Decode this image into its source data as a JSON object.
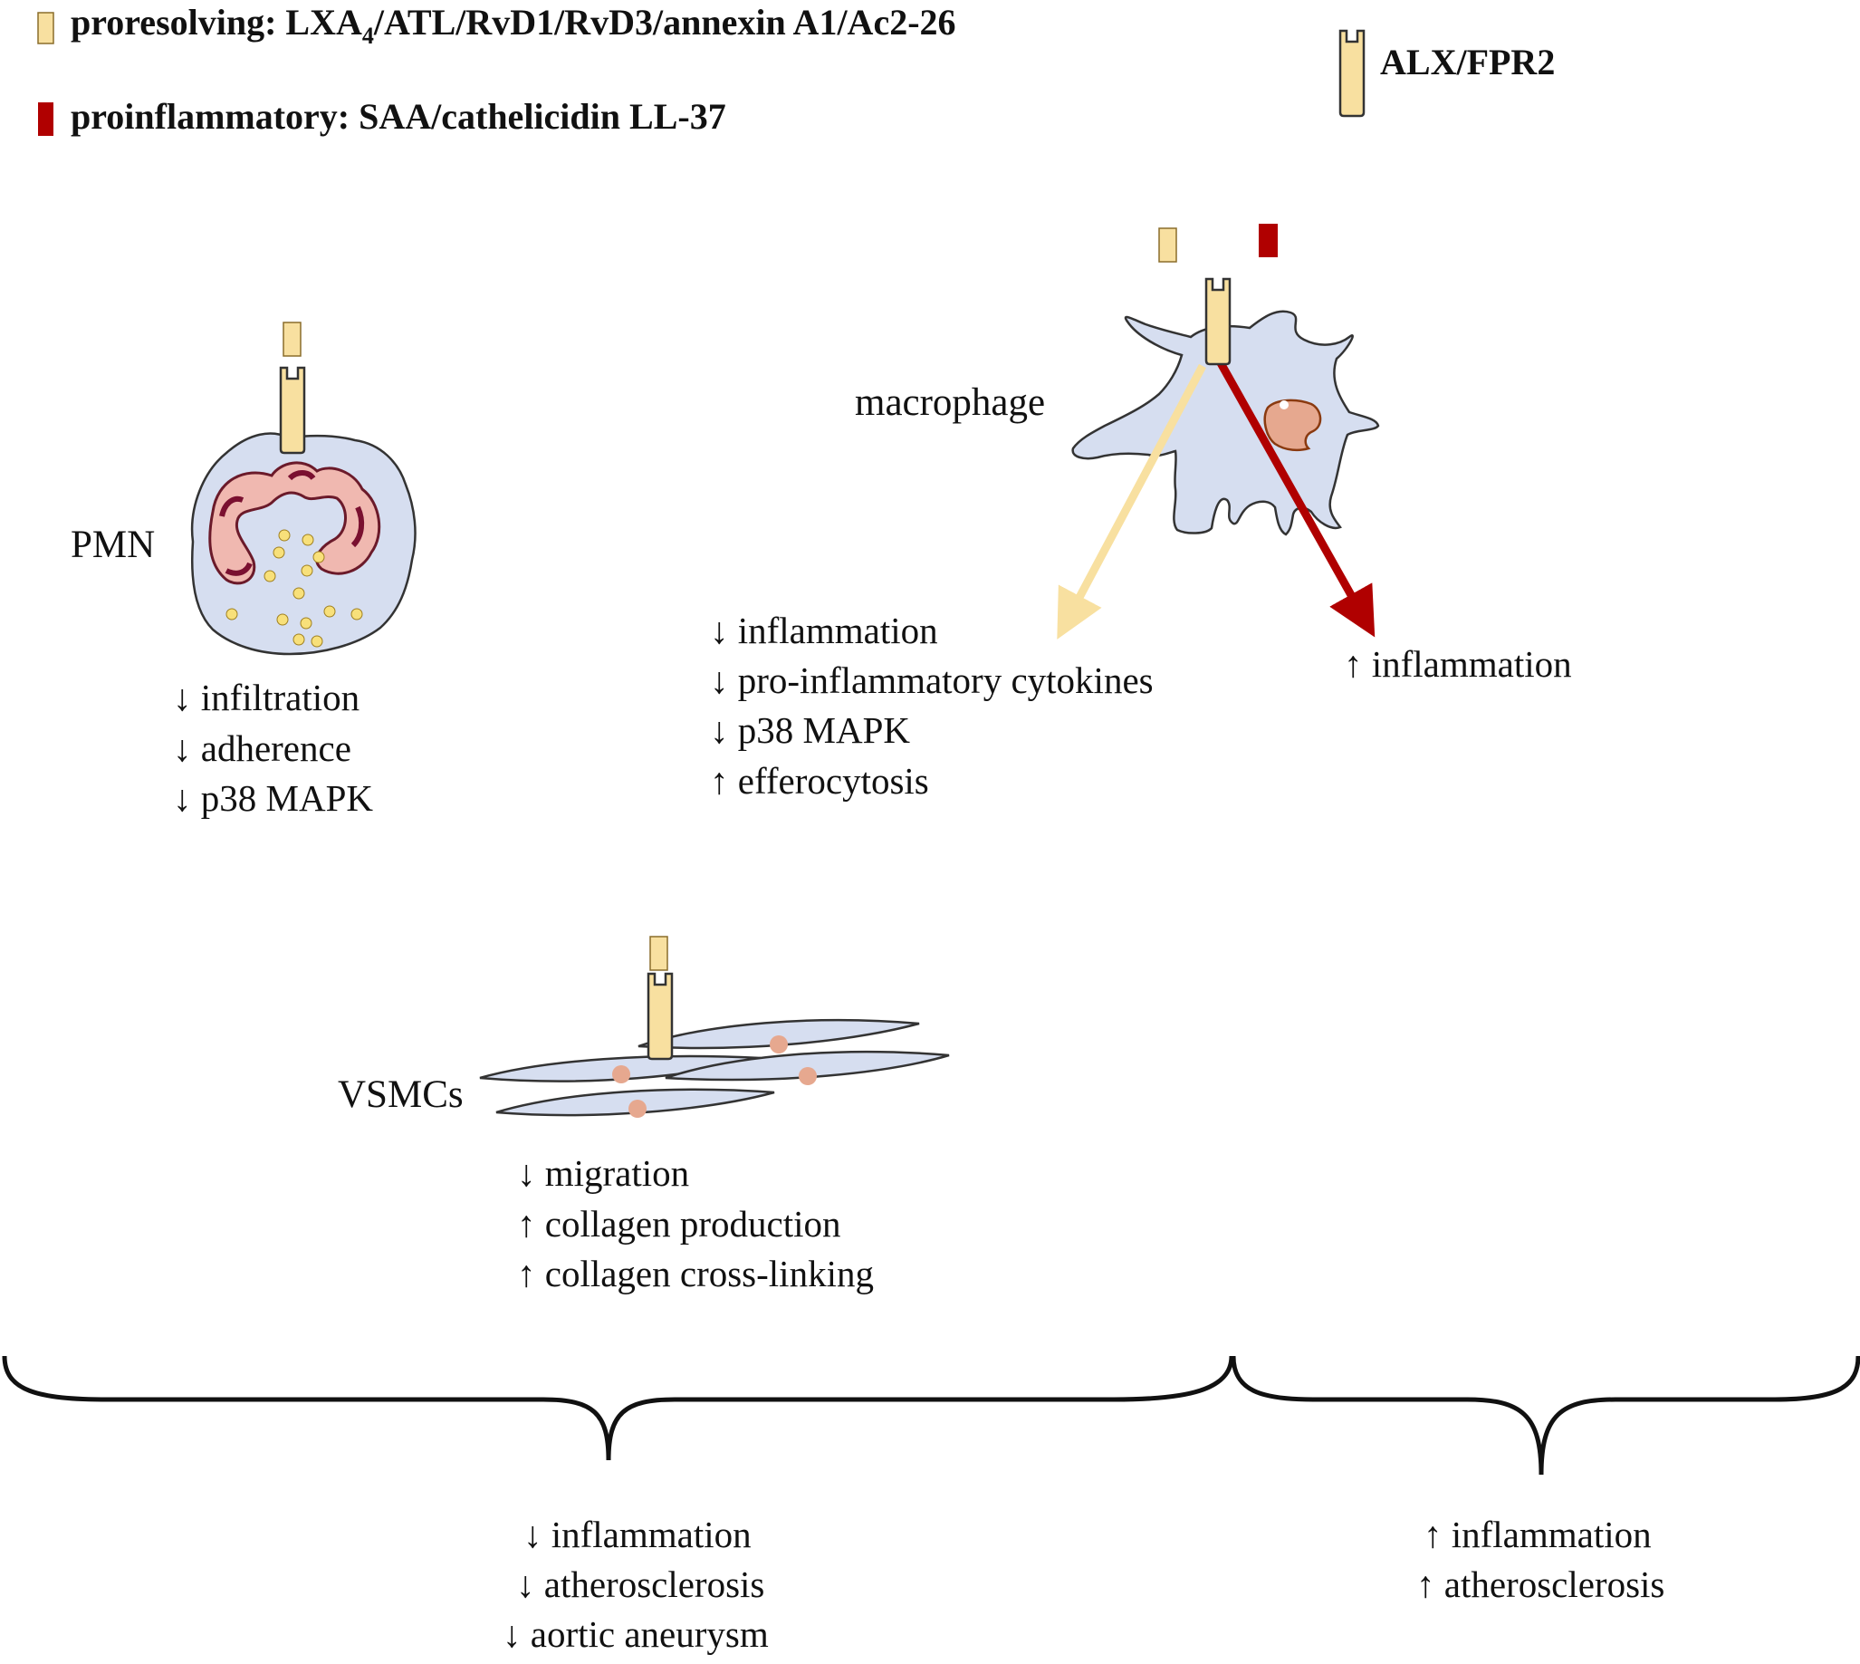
{
  "legend": {
    "proresolving": {
      "label": "proresolving: LXA",
      "subscript": "4",
      "rest": "/ATL/RvD1/RvD3/annexin A1/Ac2-26"
    },
    "proinflammatory": {
      "label": "proinflammatory: SAA/cathelicidin LL-37"
    },
    "receptor": {
      "label": "ALX/FPR2"
    }
  },
  "cells": {
    "pmn": {
      "label": "PMN",
      "effects": [
        "↓ infiltration",
        "↓ adherence",
        "↓ p38 MAPK"
      ]
    },
    "macrophage": {
      "label": "macrophage",
      "proresolving_effects": [
        "↓ inflammation",
        "↓ pro-inflammatory cytokines",
        "↓ p38 MAPK",
        "↑ efferocytosis"
      ],
      "proinflammatory_effects": [
        "↑ inflammation"
      ]
    },
    "vsmc": {
      "label": "VSMCs",
      "effects": [
        "↓ migration",
        "↑ collagen production",
        "↑ collagen cross-linking"
      ]
    }
  },
  "outcomes": {
    "proresolving": [
      "↓ inflammation",
      "↓ atherosclerosis",
      "↓ aortic aneurysm"
    ],
    "proinflammatory": [
      "↑ inflammation",
      "↑ atherosclerosis"
    ]
  },
  "colors": {
    "proresolving": "#f8e0a0",
    "proinflammatory": "#b00000",
    "cell_fill": "#d6def0",
    "nucleus": "#e6a88f"
  }
}
